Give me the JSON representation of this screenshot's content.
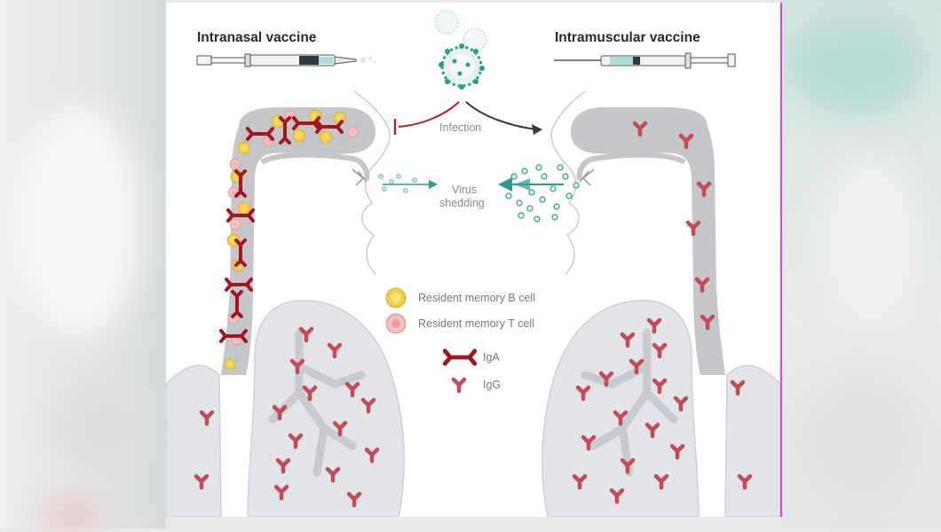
{
  "diagram": {
    "left_title": "Intranasal vaccine",
    "right_title": "Intramuscular vaccine",
    "infection_label": "Infection",
    "shedding_label_line1": "Virus",
    "shedding_label_line2": "shedding",
    "legend": [
      {
        "label": "Resident memory B cell",
        "icon": "yellow-circle-icon"
      },
      {
        "label": "Resident memory T cell",
        "icon": "pink-circle-icon"
      },
      {
        "label": "IgA",
        "icon": "iga-dimer-icon"
      },
      {
        "label": "IgG",
        "icon": "igg-antibody-icon"
      }
    ],
    "colors": {
      "tissue": "#c4c6c9",
      "lung": "#e3e4ea",
      "antibody": "#c64a55",
      "iga": "#a3151f",
      "bcell": "#f2d45c",
      "tcell": "#f4b9b9",
      "virus": "#2a9b91",
      "inhibit": "#b51b2b",
      "arrow": "#3a3a3a",
      "frame": "#e040d6"
    }
  }
}
